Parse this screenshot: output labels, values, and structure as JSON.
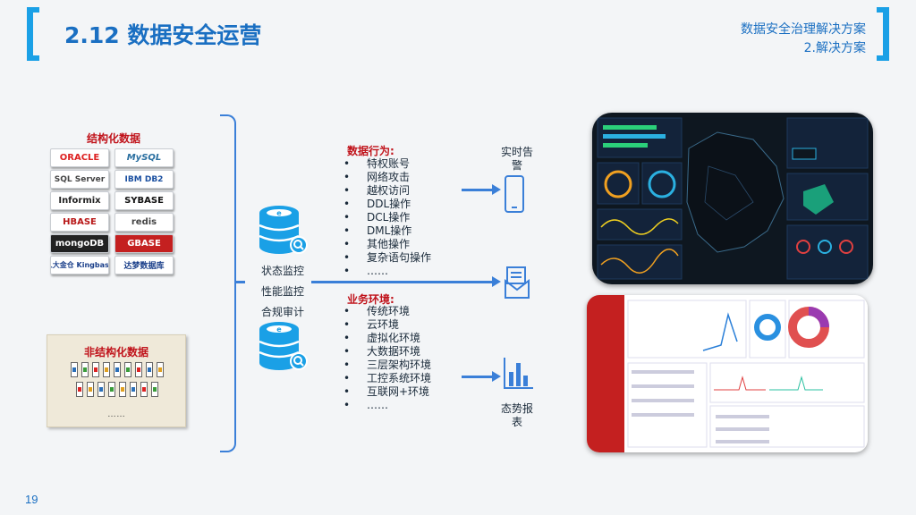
{
  "header": {
    "title": "2.12 数据安全运营",
    "subtitle_line1": "数据安全治理解决方案",
    "subtitle_line2": "2.解决方案"
  },
  "structured": {
    "title": "结构化数据",
    "logos": [
      "ORACLE",
      "MySQL",
      "SQL Server",
      "IBM DB2",
      "Informix",
      "SYBASE",
      "HBASE",
      "redis",
      "mongoDB",
      "GBASE",
      "人大金仓 Kingbase",
      "达梦数据库"
    ]
  },
  "unstructured": {
    "title": "非结构化数据",
    "more": "……"
  },
  "monitoring": {
    "items": [
      "状态监控",
      "性能监控",
      "合规审计"
    ]
  },
  "data_behavior": {
    "title": "数据行为:",
    "items": [
      "特权账号",
      "网络攻击",
      "越权访问",
      "DDL操作",
      "DCL操作",
      "DML操作",
      "其他操作",
      "复杂语句操作",
      "……"
    ]
  },
  "business_env": {
    "title": "业务环境:",
    "items": [
      "传统环境",
      "云环境",
      "虚拟化环境",
      "大数据环境",
      "三层架构环境",
      "工控系统环境",
      "互联网+环境",
      "……"
    ]
  },
  "outputs": {
    "realtime_alert": "实时告警",
    "situation_report": "态势报表"
  },
  "colors": {
    "accent_blue": "#1a6fc2",
    "bracket_blue": "#1aa0e6",
    "red": "#c0121a"
  },
  "footer": {
    "page_number": "19"
  }
}
